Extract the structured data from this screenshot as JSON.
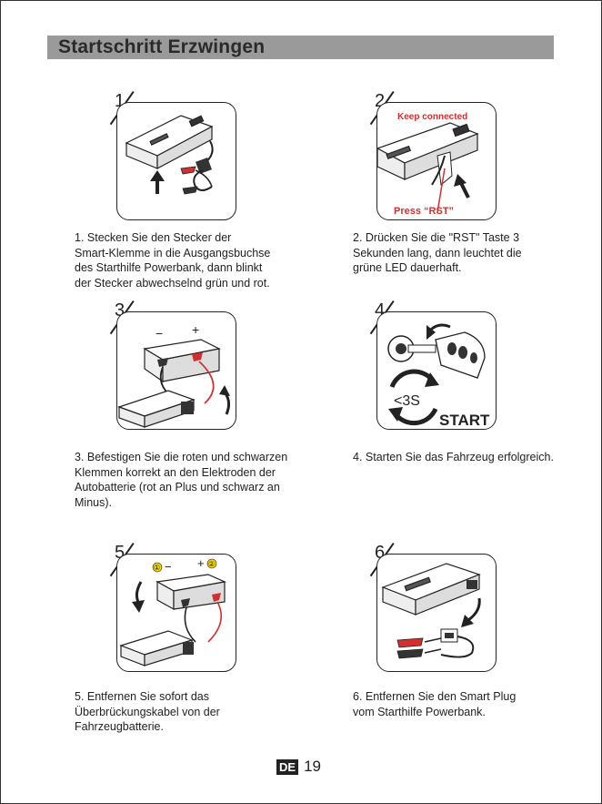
{
  "header": {
    "title": "Startschritt Erzwingen"
  },
  "steps": [
    {
      "number": "1",
      "caption_lines": [
        "1. Stecken Sie den Stecker der",
        "Smart-Klemme in die Ausgangsbuchse",
        "des Starthilfe Powerbank, dann blinkt",
        "der Stecker abwechselnd grün und rot."
      ]
    },
    {
      "number": "2",
      "caption_lines": [
        "2. Drücken Sie die \"RST\" Taste 3",
        "Sekunden lang, dann leuchtet die",
        "grüne LED dauerhaft."
      ],
      "keep_label": "Keep connected",
      "press_label": "Press “RST”"
    },
    {
      "number": "3",
      "caption_lines": [
        "3. Befestigen Sie die roten und schwarzen",
        "Klemmen korrekt an den Elektroden der",
        "Autobatterie (rot an Plus und schwarz an",
        "Minus)."
      ],
      "minus": "−",
      "plus": "+"
    },
    {
      "number": "4",
      "caption_lines": [
        "4. Starten Sie das Fahrzeug erfolgreich."
      ],
      "timer_label": "<3S",
      "start_label": "START"
    },
    {
      "number": "5",
      "caption_lines": [
        "5. Entfernen Sie sofort das",
        "Überbrückungskabel von der",
        "Fahrzeugbatterie."
      ],
      "order1": "①",
      "order2": "②",
      "minus": "−",
      "plus": "+"
    },
    {
      "number": "6",
      "caption_lines": [
        "6. Entfernen Sie den Smart Plug",
        "vom Starthilfe Powerbank."
      ]
    }
  ],
  "footer": {
    "lang": "DE",
    "page": "19"
  },
  "colors": {
    "accent_red": "#d32f2f",
    "title_bar": "#9a9a9a",
    "badge_yellow": "#f2d500"
  }
}
